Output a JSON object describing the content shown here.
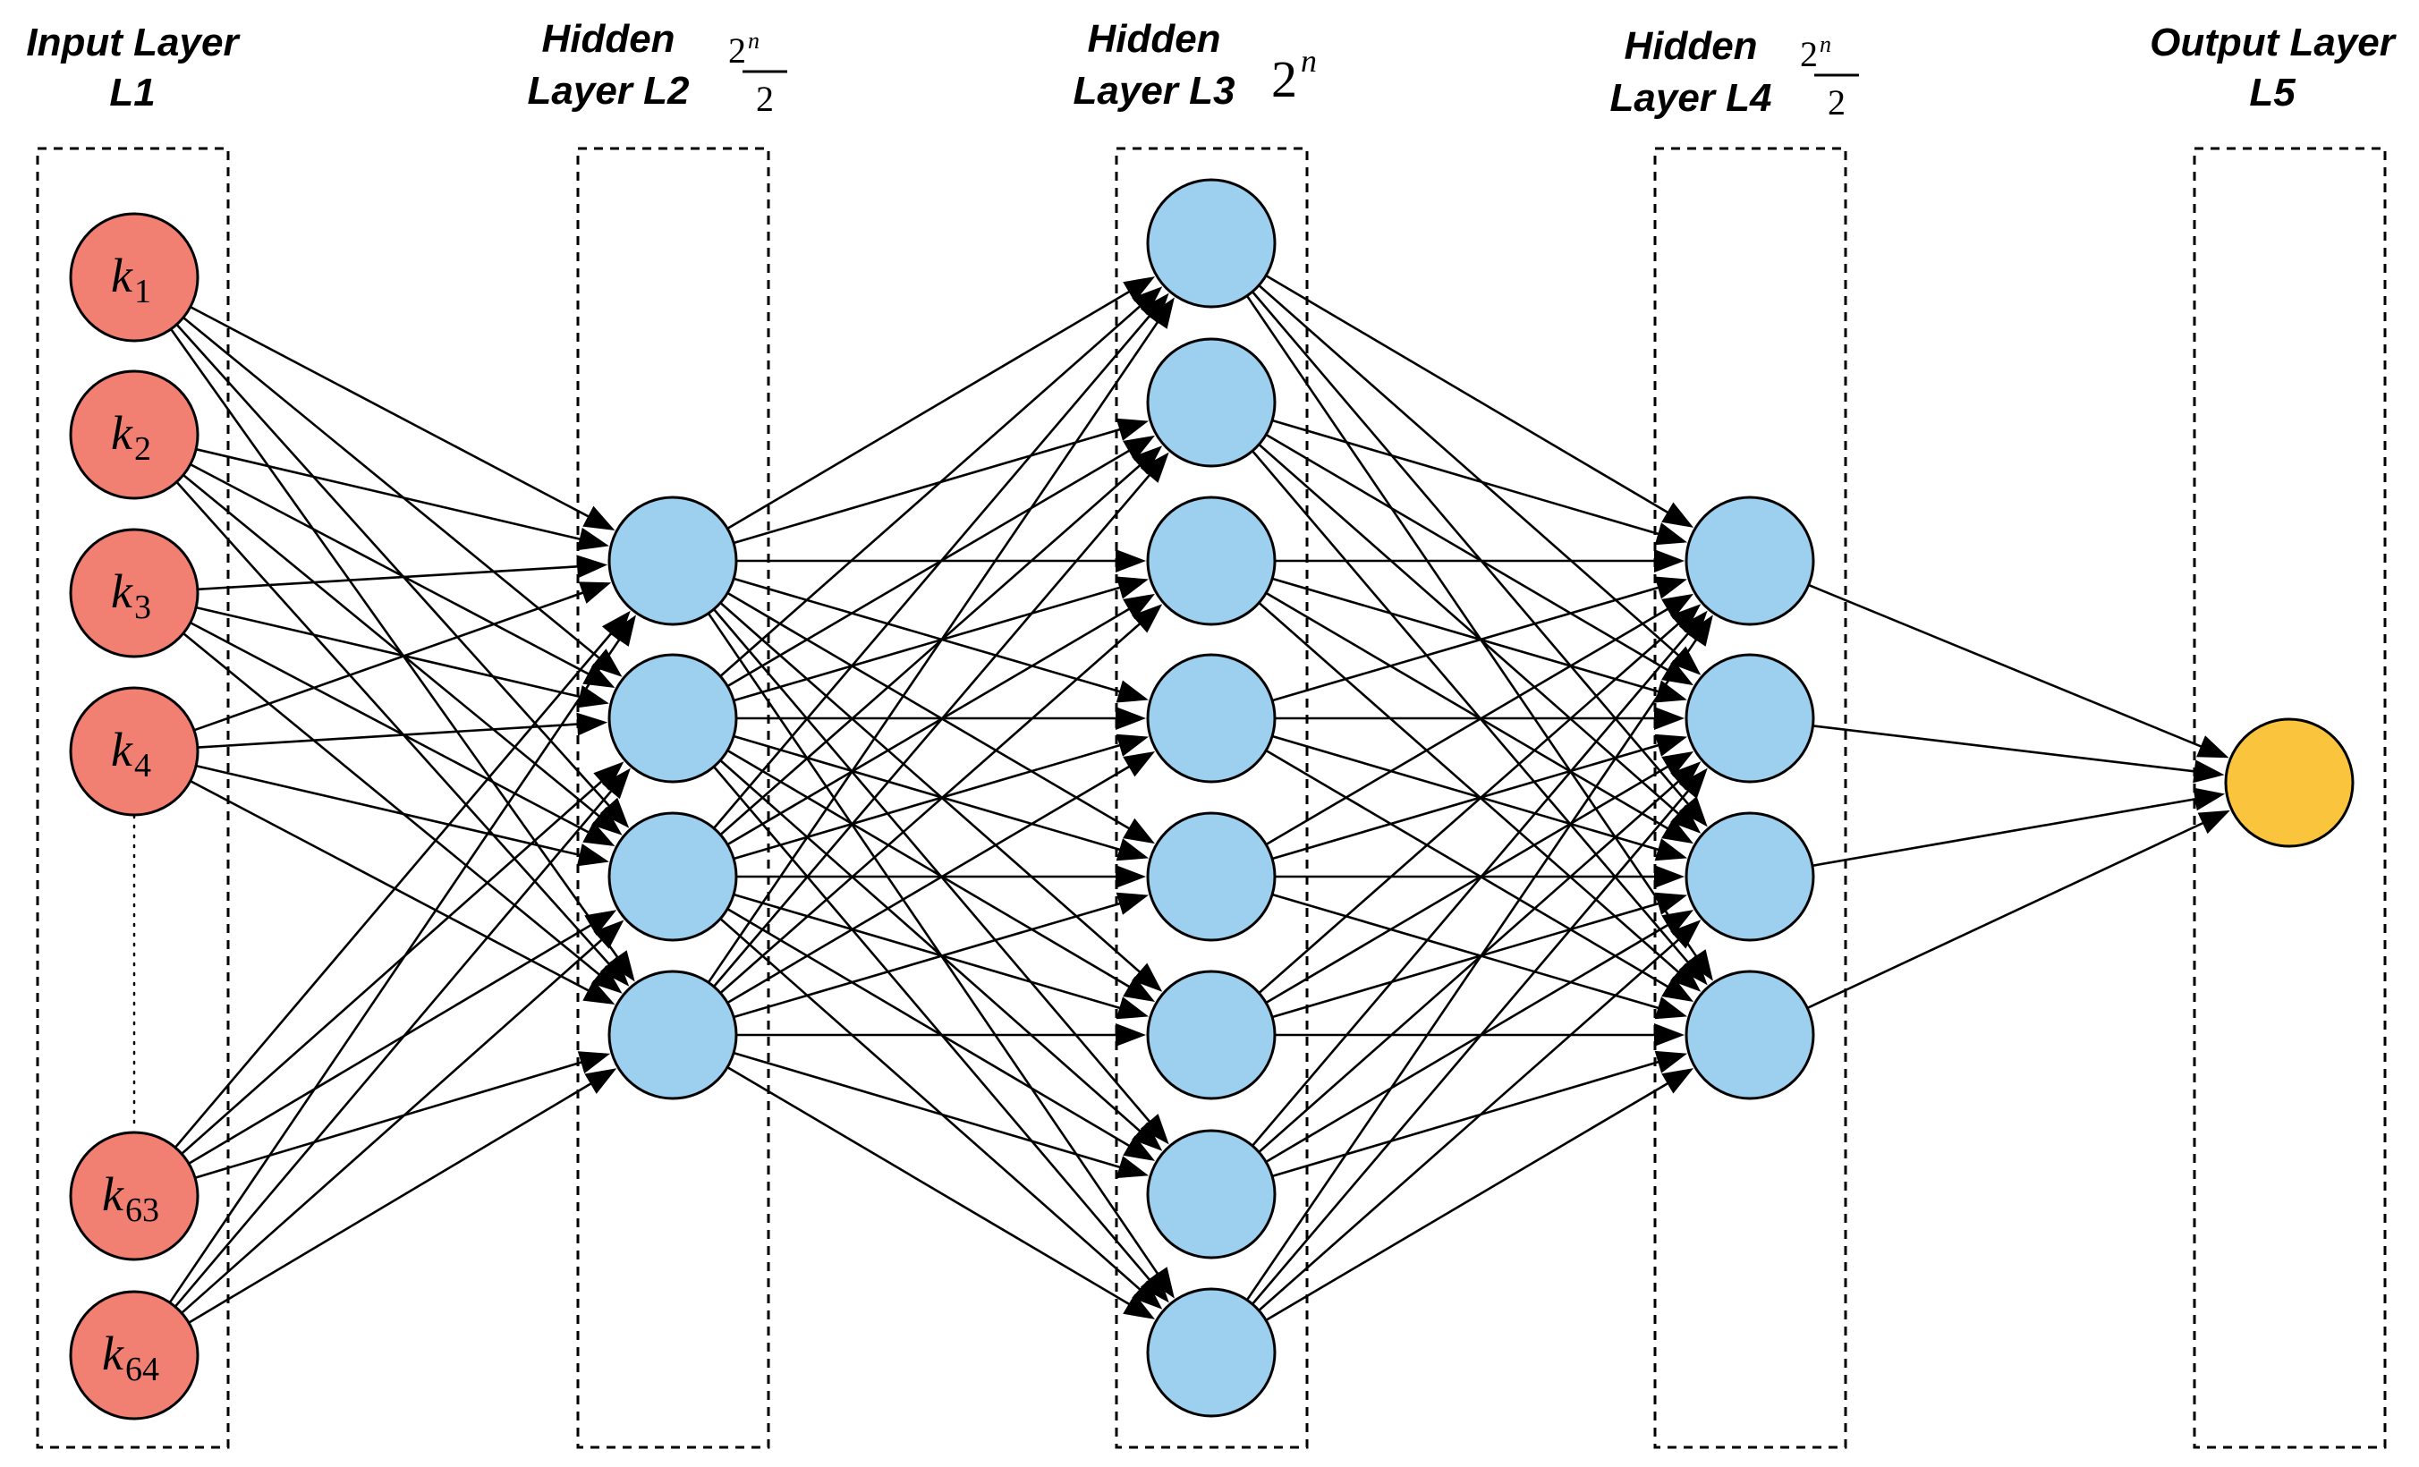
{
  "layers": [
    {
      "id": "L1",
      "title_line1": "Input Layer",
      "title_line2": "L1",
      "formula": null,
      "color": "#f28072",
      "nodes": [
        {
          "var": "k",
          "sub": "1"
        },
        {
          "var": "k",
          "sub": "2"
        },
        {
          "var": "k",
          "sub": "3"
        },
        {
          "var": "k",
          "sub": "4"
        },
        {
          "var": "k",
          "sub": "63"
        },
        {
          "var": "k",
          "sub": "64"
        }
      ]
    },
    {
      "id": "L2",
      "title_line1": "Hidden",
      "title_line2": "Layer L2",
      "formula": {
        "type": "fraction",
        "numerator_base": "2",
        "numerator_exp": "n",
        "denominator": "2"
      },
      "color": "#9dcfef",
      "node_count": 4
    },
    {
      "id": "L3",
      "title_line1": "Hidden",
      "title_line2": "Layer L3",
      "formula": {
        "type": "power",
        "base": "2",
        "exp": "n"
      },
      "color": "#9dcfef",
      "node_count": 8
    },
    {
      "id": "L4",
      "title_line1": "Hidden",
      "title_line2": "Layer L4",
      "formula": {
        "type": "fraction",
        "numerator_base": "2",
        "numerator_exp": "n",
        "denominator": "2"
      },
      "color": "#9dcfef",
      "node_count": 4
    },
    {
      "id": "L5",
      "title_line1": "Output Layer",
      "title_line2": "L5",
      "formula": null,
      "color": "#fbc43d",
      "node_count": 1
    }
  ],
  "connections": "fully-connected",
  "ellipsis_between_input_nodes": true
}
